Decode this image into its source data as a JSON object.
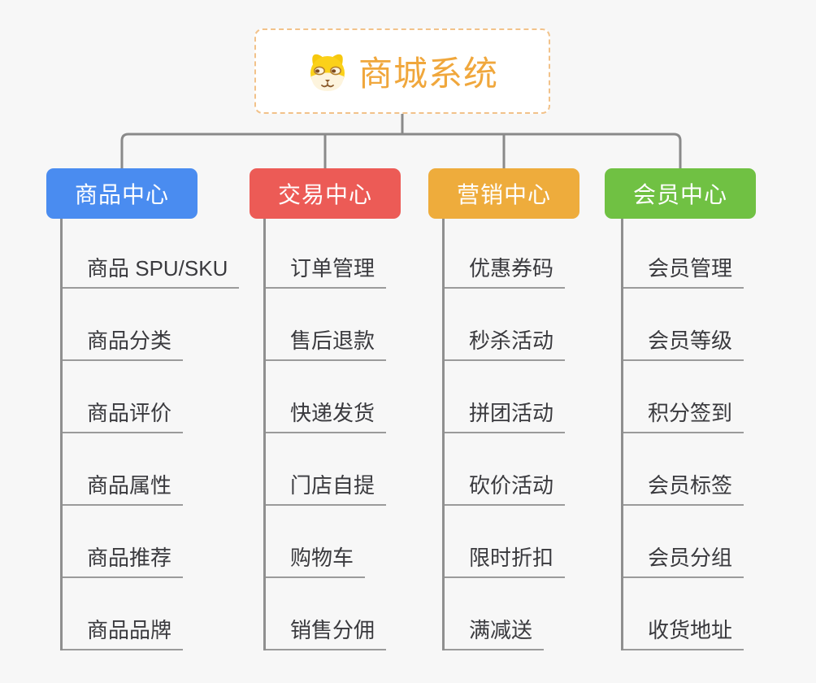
{
  "root": {
    "title": "商城系统",
    "icon": "shiba-dog-icon",
    "title_color": "#f0a73c",
    "border_color": "#f2c28a"
  },
  "connector_color": "#8a8a8a",
  "underline_color": "#9b9b9b",
  "branches": [
    {
      "label": "商品中心",
      "color": "#4a8cf0",
      "items": [
        "商品 SPU/SKU",
        "商品分类",
        "商品评价",
        "商品属性",
        "商品推荐",
        "商品品牌"
      ]
    },
    {
      "label": "交易中心",
      "color": "#ec5b56",
      "items": [
        "订单管理",
        "售后退款",
        "快递发货",
        "门店自提",
        "购物车",
        "销售分佣"
      ]
    },
    {
      "label": "营销中心",
      "color": "#eeac3c",
      "items": [
        "优惠券码",
        "秒杀活动",
        "拼团活动",
        "砍价活动",
        "限时折扣",
        "满减送"
      ]
    },
    {
      "label": "会员中心",
      "color": "#70c143",
      "items": [
        "会员管理",
        "会员等级",
        "积分签到",
        "会员标签",
        "会员分组",
        "收货地址"
      ]
    }
  ]
}
